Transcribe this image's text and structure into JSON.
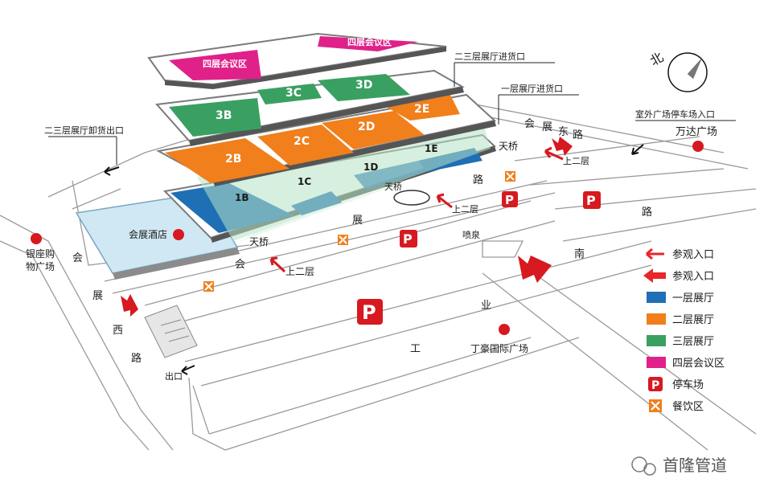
{
  "halls": {
    "floor4_a": "四层会议区",
    "floor4_b": "四层会议区",
    "h3b": "3B",
    "h3c": "3C",
    "h3d": "3D",
    "h2b": "2B",
    "h2c": "2C",
    "h2d": "2D",
    "h2e": "2E",
    "h1b": "1B",
    "h1c": "1C",
    "h1d": "1D",
    "h1e": "1E"
  },
  "callouts": {
    "floor23_loading_in": "二三层展厅进货口",
    "floor1_loading_in": "一层展厅进货口",
    "floor23_unloading_out": "二三层展厅卸货出口",
    "outdoor_parking_entry": "室外广场停车场入口"
  },
  "places": {
    "wanda": "万达广场",
    "yinzuo": "银座购物广场",
    "dinghao": "丁豪国际广场",
    "hotel": "会展酒店",
    "fountain": "喷泉",
    "exit": "出口"
  },
  "labels": {
    "skybridge_1": "天桥",
    "skybridge_2": "天桥",
    "skybridge_3": "天桥",
    "upper2_1": "上二层",
    "upper2_2": "上二层",
    "upper2_3": "上二层"
  },
  "roads": {
    "huizhan_east": [
      "会",
      "展",
      "东",
      "路"
    ],
    "huizhan_middle": [
      "展",
      "路"
    ],
    "huizhan_lower": [
      "会"
    ],
    "huizhan_west": [
      "会",
      "展",
      "西",
      "路"
    ],
    "industrial_south": [
      "南",
      "路"
    ],
    "industry": [
      "业",
      "工"
    ]
  },
  "compass": {
    "label": "北"
  },
  "legend": [
    {
      "key": "visitor-entry-thin",
      "label": "参观入口",
      "color": "#e8262a"
    },
    {
      "key": "visitor-entry-bold",
      "label": "参观入口",
      "color": "#e8262a"
    },
    {
      "key": "floor1-hall",
      "label": "一层展厅",
      "color": "#1f6fb5"
    },
    {
      "key": "floor2-hall",
      "label": "二层展厅",
      "color": "#f07f1c"
    },
    {
      "key": "floor3-hall",
      "label": "三层展厅",
      "color": "#3aa062"
    },
    {
      "key": "floor4-meeting",
      "label": "四层会议区",
      "color": "#e0218a"
    },
    {
      "key": "parking",
      "label": "停车场",
      "color": "#d71920",
      "glyph": "P"
    },
    {
      "key": "dining",
      "label": "餐饮区",
      "color": "#f07f1c",
      "glyph": "✕"
    }
  ],
  "colors": {
    "floor1": "#1f6fb5",
    "floor2": "#f07f1c",
    "floor3": "#3aa062",
    "floor4": "#e0218a",
    "hotel": "#cfe8f3",
    "red": "#d71920"
  },
  "watermark": "首隆管道"
}
